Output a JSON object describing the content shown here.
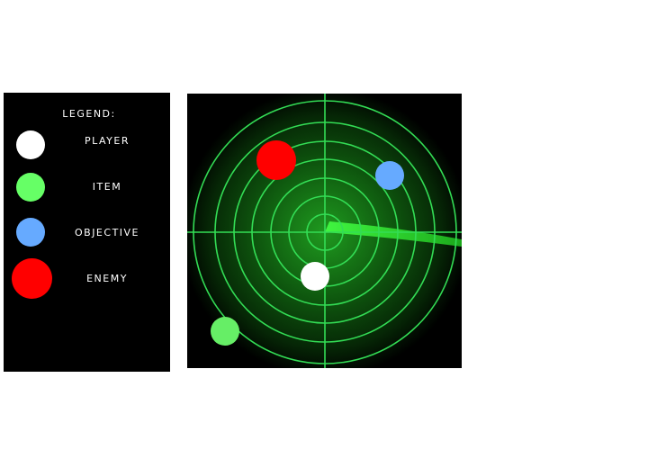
{
  "legend": {
    "title": "LEGEND:",
    "entries": [
      {
        "key": "player",
        "label": "PLAYER",
        "color": "#ffffff"
      },
      {
        "key": "item",
        "label": "ITEM",
        "color": "#66ff66"
      },
      {
        "key": "objective",
        "label": "OBJECTIVE",
        "color": "#66aaff"
      },
      {
        "key": "enemy",
        "label": "ENEMY",
        "color": "#ff0000"
      }
    ]
  },
  "radar": {
    "grid_color": "#33dd55",
    "sweep_color": "#33ff33",
    "glow_color": "#1a8a1a"
  }
}
